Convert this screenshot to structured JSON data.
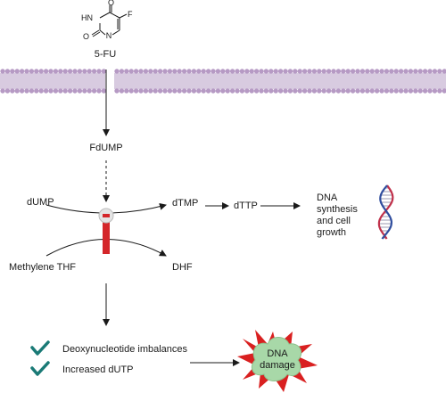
{
  "drug": {
    "name": "5-FU",
    "atoms": {
      "hn": "HN",
      "n": "N",
      "o_top": "O",
      "o_left": "O",
      "f": "F"
    }
  },
  "metabolite": "FdUMP",
  "pathway": {
    "substrate": "dUMP",
    "cofactor": "Methylene THF",
    "product": "dTMP",
    "cofactor_product": "DHF",
    "next_product": "dTTP",
    "outcome_lines": [
      "DNA",
      "synthesis",
      "and cell",
      "growth"
    ]
  },
  "effects": [
    {
      "text": "Deoxynucleotide imbalances"
    },
    {
      "text": "Increased dUTP"
    }
  ],
  "damage_lines": [
    "DNA",
    "damage"
  ],
  "colors": {
    "membrane": "#b69ac4",
    "membrane_tail": "#d8cbe0",
    "inhibitor_bar": "#d4262a",
    "check": "#1a7a76",
    "cloud": "#a8d8a8",
    "burst": "#d92020",
    "dna_red": "#c0304a",
    "dna_blue": "#2f4d9e"
  },
  "icons": {
    "check": "checkmark-icon",
    "dna": "dna-helix-icon",
    "inhibit": "minus-icon"
  }
}
